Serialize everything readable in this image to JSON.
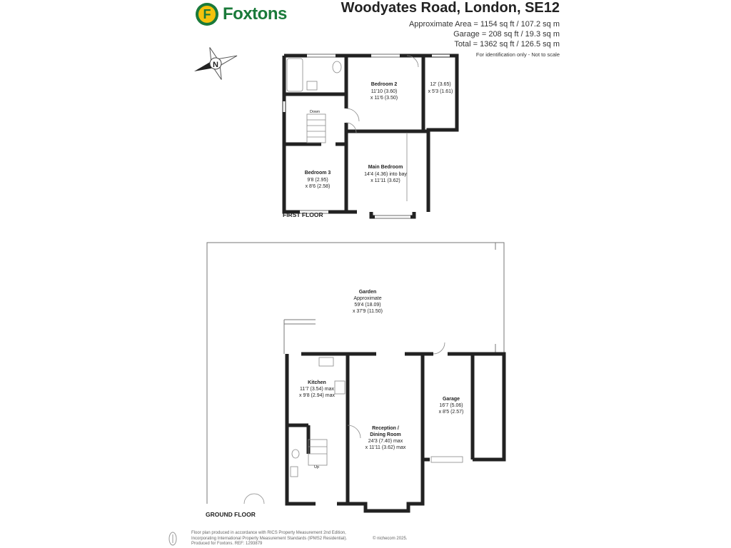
{
  "brand": {
    "logo_letter": "F",
    "name": "Foxtons",
    "colors": {
      "green": "#1a7a3a",
      "yellow": "#f4c20d"
    }
  },
  "header": {
    "title": "Woodyates Road, London, SE12",
    "approx_area": "Approximate Area = 1154 sq ft / 107.2 sq m",
    "garage_area": "Garage = 208 sq ft / 19.3 sq m",
    "total_area": "Total = 1362 sq ft / 126.5 sq m",
    "note": "For identification only - Not to scale"
  },
  "compass": {
    "label": "N",
    "icon": "compass-icon"
  },
  "first_floor": {
    "label": "FIRST FLOOR",
    "down_label": "Down",
    "rooms": {
      "bedroom2": {
        "name": "Bedroom 2",
        "dim1": "11'10 (3.60)",
        "dim2": "x 11'6 (3.50)"
      },
      "closet": {
        "dim1": "12' (3.65)",
        "dim2": "x 5'3 (1.61)"
      },
      "main_bedroom": {
        "name": "Main Bedroom",
        "dim1": "14'4 (4.36) into bay",
        "dim2": "x 11'11 (3.62)"
      },
      "bedroom3": {
        "name": "Bedroom 3",
        "dim1": "9'8 (2.95)",
        "dim2": "x 8'6 (2.58)"
      }
    }
  },
  "ground_floor": {
    "label": "GROUND FLOOR",
    "up_label": "Up",
    "rooms": {
      "garden": {
        "name": "Garden",
        "line1": "Approximate",
        "dim1": "59'4 (18.09)",
        "dim2": "x 37'9 (11.50)"
      },
      "kitchen": {
        "name": "Kitchen",
        "dim1": "11'7 (3.54) max",
        "dim2": "x 9'8 (2.94) max"
      },
      "reception": {
        "name": "Reception /",
        "name2": "Dining Room",
        "dim1": "24'3 (7.40) max",
        "dim2": "x 11'11 (3.62) max"
      },
      "garage": {
        "name": "Garage",
        "dim1": "16'7 (5.06)",
        "dim2": "x 8'5 (2.57)"
      }
    }
  },
  "footer": {
    "line1": "Floor plan produced in accordance with RICS Property Measurement 2nd Edition,",
    "line2": "Incorporating International Property Measurement Standards (IPMS2 Residential).",
    "line3": "Produced for Foxtons.   REF: 1293879",
    "copyright": "© nichecom 2025."
  }
}
